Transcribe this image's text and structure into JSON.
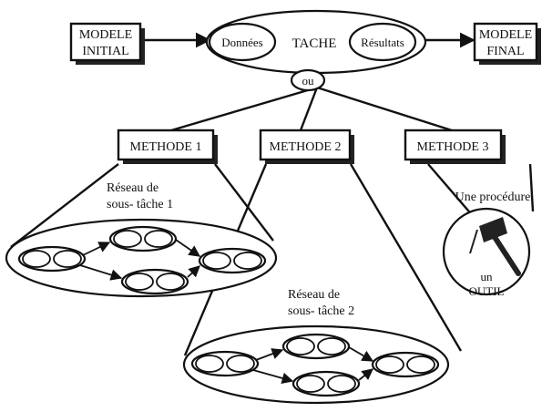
{
  "diagram": {
    "initial_model_lines": [
      "MODELE",
      "INITIAL"
    ],
    "final_model_lines": [
      "MODELE",
      "FINAL"
    ],
    "task": {
      "inputs": "Données",
      "title": "TACHE",
      "outputs": "Résultats",
      "or_label": "ou"
    },
    "methods": [
      "METHODE 1",
      "METHODE 2",
      "METHODE 3"
    ],
    "network1_lines": [
      "Réseau de",
      "sous- tâche 1"
    ],
    "network2_lines": [
      "Réseau de",
      "sous- tâche 2"
    ],
    "procedure_label": "Une procédure",
    "tool_lines": [
      "un",
      "OUTIL"
    ]
  }
}
